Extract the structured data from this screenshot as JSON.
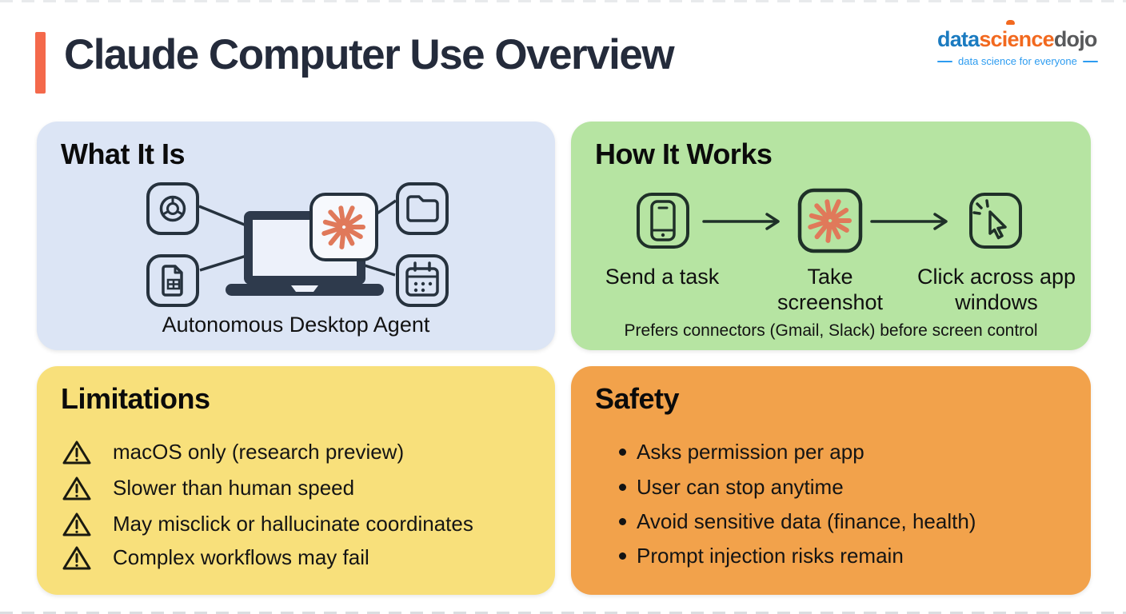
{
  "header": {
    "title": "Claude Computer Use Overview",
    "accent_color": "#F4694B"
  },
  "logo": {
    "part1": "data",
    "part2": "science",
    "part3": "dojo",
    "tagline": "data science for everyone",
    "colors": {
      "part1": "#1B7BC0",
      "part2": "#F2691F",
      "part3": "#58595B",
      "tagline": "#2D9CF0"
    }
  },
  "panels": {
    "what_it_is": {
      "title": "What It Is",
      "caption": "Autonomous Desktop Agent",
      "bg": "#DCE5F5",
      "icons": [
        "chrome-browser-icon",
        "spreadsheet-document-icon",
        "laptop-icon",
        "claude-starburst-icon",
        "folder-icon",
        "calendar-icon"
      ]
    },
    "how_it_works": {
      "title": "How It Works",
      "bg": "#B6E4A2",
      "steps": [
        {
          "icon": "phone-icon",
          "label": "Send a task"
        },
        {
          "icon": "claude-starburst-icon",
          "label": "Take screenshot"
        },
        {
          "icon": "cursor-click-icon",
          "label": "Click across app windows"
        }
      ],
      "note": "Prefers connectors (Gmail, Slack) before screen control"
    },
    "limitations": {
      "title": "Limitations",
      "bg": "#F8E07B",
      "item_icon": "warning-triangle-icon",
      "items": [
        "macOS only (research preview)",
        "Slower than human speed",
        "May misclick or hallucinate coordinates",
        "Complex workflows may fail"
      ]
    },
    "safety": {
      "title": "Safety",
      "bg": "#F2A24B",
      "items": [
        "Asks permission per app",
        "User can stop anytime",
        "Avoid sensitive data (finance, health)",
        "Prompt injection risks remain"
      ]
    }
  },
  "colors": {
    "icon_stroke": "#26323E",
    "starburst": "#E0795A",
    "title_text": "#242B3B"
  }
}
